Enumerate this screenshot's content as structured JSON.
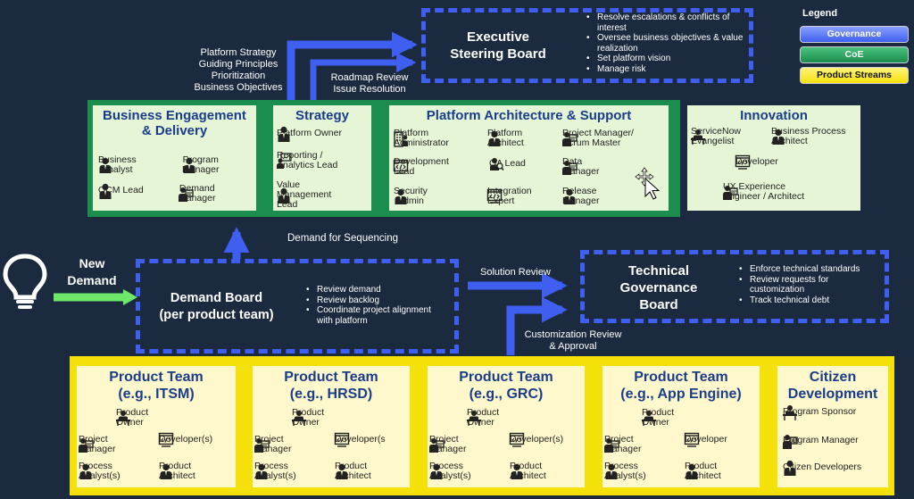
{
  "legend": {
    "title": "Legend",
    "items": [
      {
        "label": "Governance",
        "color": "#3f5ff0"
      },
      {
        "label": "CoE",
        "color": "#1b8d4c"
      },
      {
        "label": "Product Streams",
        "color": "#f5e10a"
      }
    ]
  },
  "exec_board": {
    "title_line1": "Executive",
    "title_line2": "Steering Board",
    "bullets": [
      "Resolve escalations & conflicts of interest",
      "Oversee business objectives & value realization",
      "Set platform vision",
      "Manage risk"
    ]
  },
  "left_flow_labels": [
    "Platform Strategy",
    "Guiding Principles",
    "Prioritization",
    "Business Objectives"
  ],
  "roadmap_labels": [
    "Roadmap Review",
    "Issue Resolution"
  ],
  "coe": {
    "business": {
      "title_line1": "Business Engagement",
      "title_line2": "& Delivery",
      "roles": [
        {
          "icon": "person-icon",
          "line1": "Business",
          "line2": "Analyst"
        },
        {
          "icon": "person-icon",
          "line1": "Program",
          "line2": "Manager"
        },
        {
          "icon": "person-icon",
          "line1": "OCM Lead",
          "line2": ""
        },
        {
          "icon": "manager-icon",
          "line1": "Demand",
          "line2": "Manager"
        }
      ]
    },
    "strategy": {
      "title": "Strategy",
      "roles": [
        {
          "icon": "person-icon",
          "line1": "Platform Owner",
          "line2": ""
        },
        {
          "icon": "presenter-icon",
          "line1": "Reporting /",
          "line2": "Analytics Lead"
        },
        {
          "icon": "person-icon",
          "line1": "Value",
          "line2": "Management",
          "line3": "Lead"
        }
      ]
    },
    "architecture": {
      "title": "Platform Architecture & Support",
      "roles": [
        {
          "icon": "building-icon",
          "line1": "Platform",
          "line2": "Administrator"
        },
        {
          "icon": "person-icon",
          "line1": "Platform",
          "line2": "Architect"
        },
        {
          "icon": "manager-icon",
          "line1": "Project Manager/",
          "line2": "Scrum Master"
        },
        {
          "icon": "code-icon",
          "line1": "Development",
          "line2": "Lead"
        },
        {
          "icon": "search-person-icon",
          "line1": "QA Lead",
          "line2": ""
        },
        {
          "icon": "manager-icon",
          "line1": "Data",
          "line2": "Manager"
        },
        {
          "icon": "person-icon",
          "line1": "Security",
          "line2": "Admin"
        },
        {
          "icon": "code-icon",
          "line1": "Integration",
          "line2": "Expert"
        },
        {
          "icon": "person-icon",
          "line1": "Release",
          "line2": "Manager"
        }
      ]
    },
    "innovation": {
      "title": "Innovation",
      "roles": [
        {
          "icon": "desk-person-icon",
          "line1": "ServiceNow",
          "line2": "Evangelist"
        },
        {
          "icon": "person-icon",
          "line1": "Business Process",
          "line2": "Architect"
        },
        {
          "icon": "code-icon",
          "line1": "Developer",
          "line2": ""
        },
        {
          "icon": "manager-icon",
          "line1": "UX Experience",
          "line2": "Engineer / Architect"
        }
      ]
    }
  },
  "demand_for_sequencing": "Demand for Sequencing",
  "new_demand": {
    "line1": "New",
    "line2": "Demand"
  },
  "demand_board": {
    "title_line1": "Demand Board",
    "title_line2": "(per product team)",
    "bullets": [
      "Review demand",
      "Review backlog",
      "Coordinate project alignment with platform"
    ]
  },
  "solution_review": "Solution Review",
  "customization_review": {
    "line1": "Customization Review",
    "line2": "& Approval"
  },
  "tech_board": {
    "title_line1": "Technical",
    "title_line2": "Governance",
    "title_line3": "Board",
    "bullets": [
      "Enforce technical standards",
      "Review requests for customization",
      "Track technical debt"
    ]
  },
  "product_teams": [
    {
      "title_line1": "Product Team",
      "title_line2": "(e.g., ITSM)",
      "roles": [
        "Product|Owner",
        "Project|Manager",
        "Developer(s)|",
        "Process|Analyst(s)",
        "Product|Architect"
      ]
    },
    {
      "title_line1": "Product Team",
      "title_line2": "(e.g., HRSD)",
      "roles": [
        "Product|Owner",
        "Project|Manager",
        "Developer(s|",
        "Process|Analyst(s)",
        "Product|Architect"
      ]
    },
    {
      "title_line1": "Product Team",
      "title_line2": "(e.g., GRC)",
      "roles": [
        "Product|Owner",
        "Project|Manager",
        "Developer(s)|",
        "Process|Analyst(s)",
        "Product|Architect"
      ]
    },
    {
      "title_line1": "Product Team",
      "title_line2": "(e.g., App Engine)",
      "roles": [
        "Product|Owner",
        "Project|Manager",
        "Developer|",
        "Process|Analyst(s)",
        "Product|Architect"
      ]
    }
  ],
  "citizen": {
    "title_line1": "Citizen",
    "title_line2": "Development",
    "roles": [
      "Program Sponsor",
      "Program Manager",
      "Citizen Developers"
    ]
  }
}
